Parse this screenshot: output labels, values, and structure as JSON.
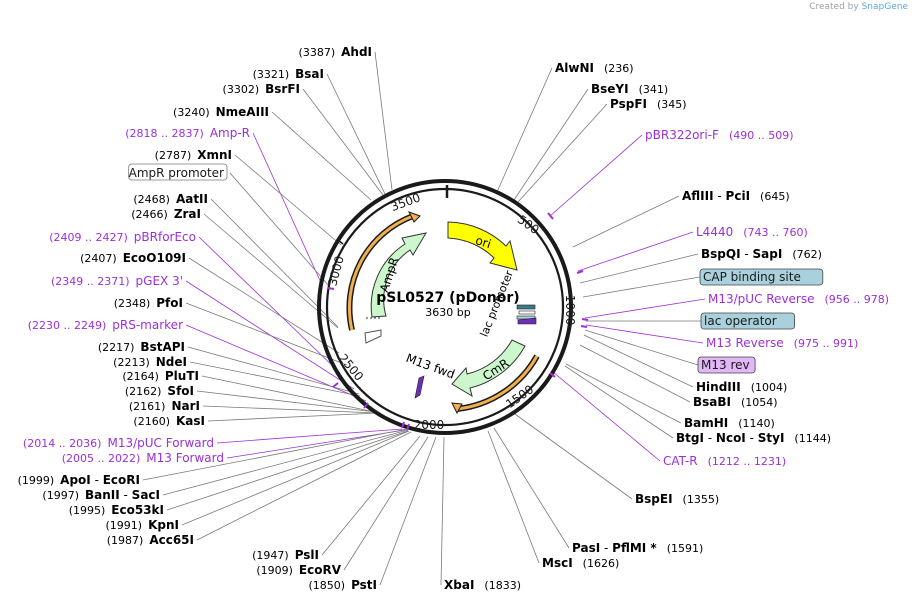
{
  "credit": {
    "prefix": "Created by",
    "brand": "SnapGene"
  },
  "plasmid": {
    "name": "pSL0527 (pDonor)",
    "length": "3630 bp"
  },
  "ticks": [
    "500",
    "1000",
    "1500",
    "2000",
    "2500",
    "3000",
    "3500"
  ],
  "features": {
    "ori": "ori",
    "ampR": "AmpR",
    "lac_promoter": "lac promoter",
    "cmR": "CmR",
    "m13_fwd": "M13 fwd"
  },
  "right_labels": [
    {
      "name": "AlwNI",
      "num": "(236)",
      "kind": "site"
    },
    {
      "name": "BseYI",
      "num": "(341)",
      "kind": "site"
    },
    {
      "name": "PspFI",
      "num": "(345)",
      "kind": "site"
    },
    {
      "name": "pBR322ori-F",
      "num": "(490 .. 509)",
      "kind": "primer"
    },
    {
      "name": "AflIII",
      "sep": " - ",
      "name2": "PciI",
      "num": "(645)",
      "kind": "site"
    },
    {
      "name": "L4440",
      "num": "(743 .. 760)",
      "kind": "primer"
    },
    {
      "name": "BspQI",
      "sep": " - ",
      "name2": "SapI",
      "num": "(762)",
      "kind": "site"
    },
    {
      "name": "CAP binding site",
      "kind": "boxblue"
    },
    {
      "name": "M13/pUC Reverse",
      "num": "(956 .. 978)",
      "kind": "primer"
    },
    {
      "name": "lac operator",
      "kind": "boxblue"
    },
    {
      "name": "M13 Reverse",
      "num": "(975 .. 991)",
      "kind": "primer"
    },
    {
      "name": "M13 rev",
      "kind": "boxpurple"
    },
    {
      "name": "HindIII",
      "num": "(1004)",
      "kind": "site"
    },
    {
      "name": "BsaBI",
      "num": "(1054)",
      "kind": "site"
    },
    {
      "name": "BamHI",
      "num": "(1140)",
      "kind": "site"
    },
    {
      "name": "BtgI",
      "sep": " - ",
      "name2": "NcoI",
      "sep2": " - ",
      "name3": "StyI",
      "num": "(1144)",
      "kind": "site"
    },
    {
      "name": "CAT-R",
      "num": "(1212 .. 1231)",
      "kind": "primer"
    },
    {
      "name": "BspEI",
      "num": "(1355)",
      "kind": "site"
    },
    {
      "name": "PasI",
      "sep": " - ",
      "name2": "PflMI *",
      "num": "(1591)",
      "kind": "site"
    },
    {
      "name": "MscI",
      "num": "(1626)",
      "kind": "site"
    },
    {
      "name": "XbaI",
      "num": "(1833)",
      "kind": "site"
    }
  ],
  "left_labels": [
    {
      "num": "(3387)",
      "name": "AhdI",
      "kind": "site"
    },
    {
      "num": "(3321)",
      "name": "BsaI",
      "kind": "site"
    },
    {
      "num": "(3302)",
      "name": "BsrFI",
      "kind": "site"
    },
    {
      "num": "(3240)",
      "name": "NmeAIII",
      "kind": "site"
    },
    {
      "num": "(2818 .. 2837)",
      "name": "Amp-R",
      "kind": "primer"
    },
    {
      "num": "(2787)",
      "name": "XmnI",
      "kind": "site"
    },
    {
      "name": "AmpR promoter",
      "kind": "boxgray"
    },
    {
      "num": "(2468)",
      "name": "AatII",
      "kind": "site"
    },
    {
      "num": "(2466)",
      "name": "ZraI",
      "kind": "site"
    },
    {
      "num": "(2409 .. 2427)",
      "name": "pBRforEco",
      "kind": "primer"
    },
    {
      "num": "(2407)",
      "name": "EcoO109I",
      "kind": "site"
    },
    {
      "num": "(2349 .. 2371)",
      "name": "pGEX 3'",
      "kind": "primer"
    },
    {
      "num": "(2348)",
      "name": "PfoI",
      "kind": "site"
    },
    {
      "num": "(2230 .. 2249)",
      "name": "pRS-marker",
      "kind": "primer"
    },
    {
      "num": "(2217)",
      "name": "BstAPI",
      "kind": "site"
    },
    {
      "num": "(2213)",
      "name": "NdeI",
      "kind": "site"
    },
    {
      "num": "(2164)",
      "name": "PluTI",
      "kind": "site"
    },
    {
      "num": "(2162)",
      "name": "SfoI",
      "kind": "site"
    },
    {
      "num": "(2161)",
      "name": "NarI",
      "kind": "site"
    },
    {
      "num": "(2160)",
      "name": "KasI",
      "kind": "site"
    },
    {
      "num": "(2014 .. 2036)",
      "name": "M13/pUC Forward",
      "kind": "primer"
    },
    {
      "num": "(2005 .. 2022)",
      "name": "M13 Forward",
      "kind": "primer"
    },
    {
      "num": "(1999)",
      "name": "ApoI",
      "sep": " - ",
      "name2": "EcoRI",
      "kind": "site"
    },
    {
      "num": "(1997)",
      "name": "BanII",
      "sep": " - ",
      "name2": "SacI",
      "kind": "site"
    },
    {
      "num": "(1995)",
      "name": "Eco53kI",
      "kind": "site"
    },
    {
      "num": "(1991)",
      "name": "KpnI",
      "kind": "site"
    },
    {
      "num": "(1987)",
      "name": "Acc65I",
      "kind": "site"
    },
    {
      "num": "(1947)",
      "name": "PslI",
      "kind": "site"
    },
    {
      "num": "(1909)",
      "name": "EcoRV",
      "kind": "site"
    },
    {
      "num": "(1850)",
      "name": "PstI",
      "kind": "site"
    }
  ],
  "colors": {
    "primer": "#9b30d9",
    "site": "#000000",
    "ori": "#ffff00",
    "resistance": "#ccf7cc",
    "highlight": "#f0b050",
    "box_blue": "#a9d0dd",
    "box_purple": "#e2b7f5",
    "leader": "#7a7a7a"
  }
}
